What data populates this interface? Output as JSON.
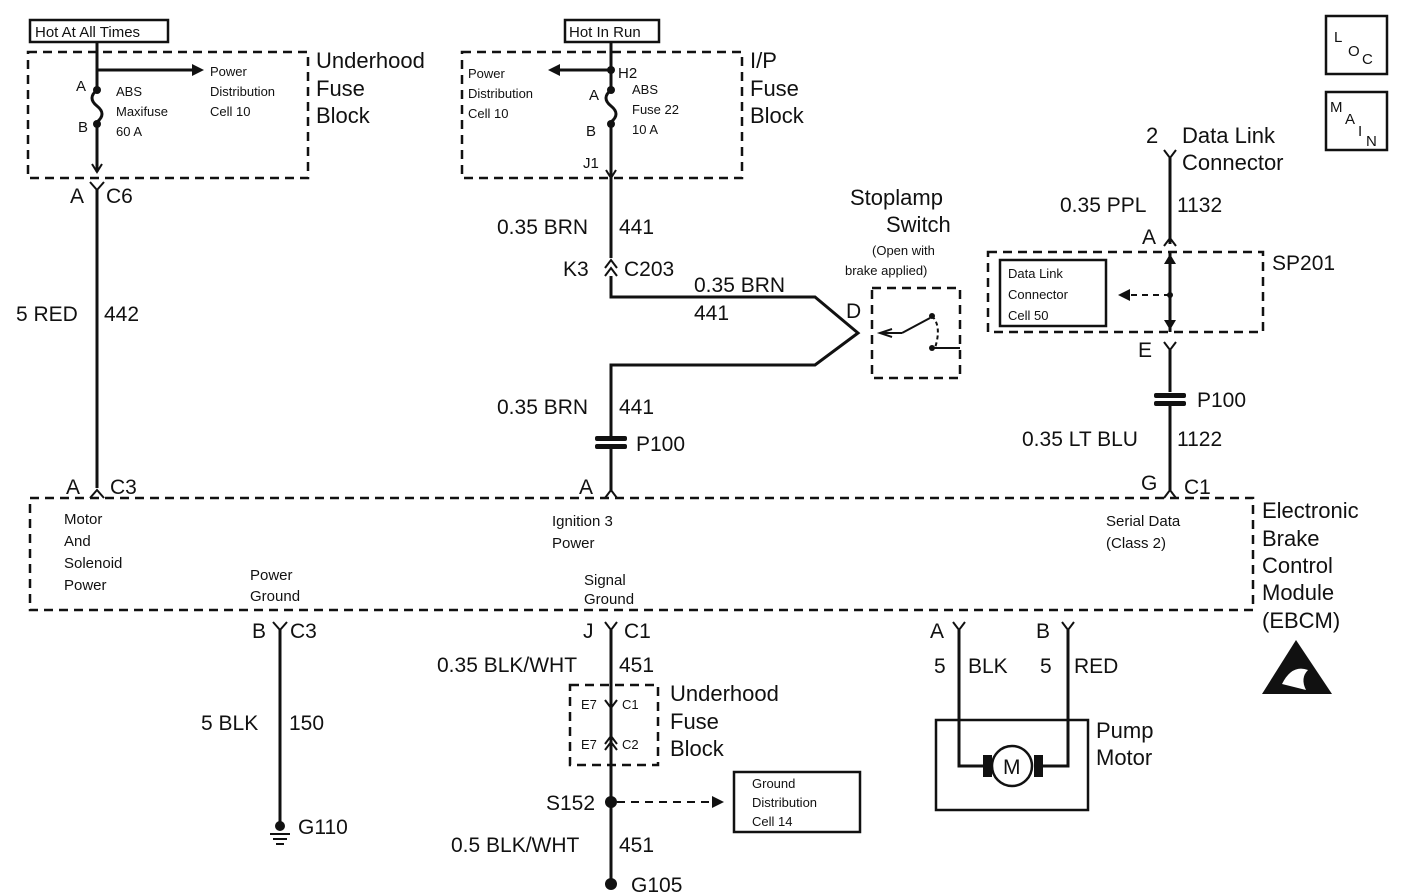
{
  "power": {
    "hot_all_times": "Hot At All Times",
    "hot_in_run": "Hot In Run"
  },
  "underhood_fuse_block": {
    "title_lines": [
      "Underhood",
      "Fuse",
      "Block"
    ],
    "pin_a": "A",
    "pin_b": "B",
    "fuse_lines": [
      "ABS",
      "Maxifuse",
      "60 A"
    ],
    "dist_lines": [
      "Power",
      "Distribution",
      "Cell 10"
    ],
    "conn_a": "A",
    "conn_c6": "C6"
  },
  "ip_fuse_block": {
    "title_lines": [
      "I/P",
      "Fuse",
      "Block"
    ],
    "pin_h2": "H2",
    "pin_a": "A",
    "pin_b": "B",
    "pin_j1": "J1",
    "fuse_lines": [
      "ABS",
      "Fuse 22",
      "10 A"
    ],
    "dist_lines": [
      "Power",
      "Distribution",
      "Cell 10"
    ]
  },
  "wires": {
    "red_442": {
      "gauge": "5 RED",
      "circuit": "442"
    },
    "brn_441_top": {
      "gauge": "0.35 BRN",
      "circuit": "441"
    },
    "brn_441_mid": {
      "gauge": "0.35 BRN",
      "circuit": "441"
    },
    "brn_441_low": {
      "gauge": "0.35 BRN",
      "circuit": "441"
    },
    "ppl_1132": {
      "gauge": "0.35 PPL",
      "circuit": "1132"
    },
    "ltblu_1122": {
      "gauge": "0.35 LT BLU",
      "circuit": "1122"
    },
    "blk_150": {
      "gauge": "5 BLK",
      "circuit": "150"
    },
    "blkwht_451_top": {
      "gauge": "0.35 BLK/WHT",
      "circuit": "451"
    },
    "blkwht_451_bot": {
      "gauge": "0.5 BLK/WHT",
      "circuit": "451"
    },
    "pump_a": {
      "gauge": "5",
      "color": "BLK"
    },
    "pump_b": {
      "gauge": "5",
      "color": "RED"
    }
  },
  "connectors": {
    "k3": "K3",
    "c203": "C203",
    "p100_left": "P100",
    "p100_right": "P100",
    "d": "D",
    "a_dlc": "A",
    "e_dlc": "E",
    "two": "2"
  },
  "stoplamp": {
    "title_lines": [
      "Stoplamp",
      "Switch"
    ],
    "note_lines": [
      "(Open with",
      "brake applied)"
    ]
  },
  "dlc": {
    "title_lines": [
      "Data Link",
      "Connector"
    ],
    "splice": "SP201",
    "cell_lines": [
      "Data Link",
      "Connector",
      "Cell 50"
    ]
  },
  "ebcm": {
    "title_lines": [
      "Electronic",
      "Brake",
      "Control",
      "Module",
      "(EBCM)"
    ],
    "pin_a_c3": {
      "pin": "A",
      "conn": "C3"
    },
    "pin_a_ign": {
      "pin": "A"
    },
    "pin_g_c1": {
      "pin": "G",
      "conn": "C1"
    },
    "pin_b_c3": {
      "pin": "B",
      "conn": "C3"
    },
    "pin_j_c1": {
      "pin": "J",
      "conn": "C1"
    },
    "motor_power_lines": [
      "Motor",
      "And",
      "Solenoid",
      "Power"
    ],
    "ign_lines": [
      "Ignition 3",
      "Power"
    ],
    "serial_lines": [
      "Serial Data",
      "(Class 2)"
    ],
    "power_ground_lines": [
      "Power",
      "Ground"
    ],
    "signal_ground_lines": [
      "Signal",
      "Ground"
    ]
  },
  "pump": {
    "pin_a": "A",
    "pin_b": "B",
    "motor_symbol": "M",
    "title_lines": [
      "Pump",
      "Motor"
    ]
  },
  "underhood_fuse_block_2": {
    "title_lines": [
      "Underhood",
      "Fuse",
      "Block"
    ],
    "e7_c1": {
      "pin": "E7",
      "conn": "C1"
    },
    "e7_c2": {
      "pin": "E7",
      "conn": "C2"
    }
  },
  "grounds": {
    "s152": "S152",
    "g110": "G110",
    "g105": "G105",
    "dist_lines": [
      "Ground",
      "Distribution",
      "Cell 14"
    ]
  },
  "nav": {
    "loc_letters": [
      "L",
      "O",
      "C"
    ],
    "main_letters": [
      "M",
      "A",
      "I",
      "N"
    ]
  }
}
